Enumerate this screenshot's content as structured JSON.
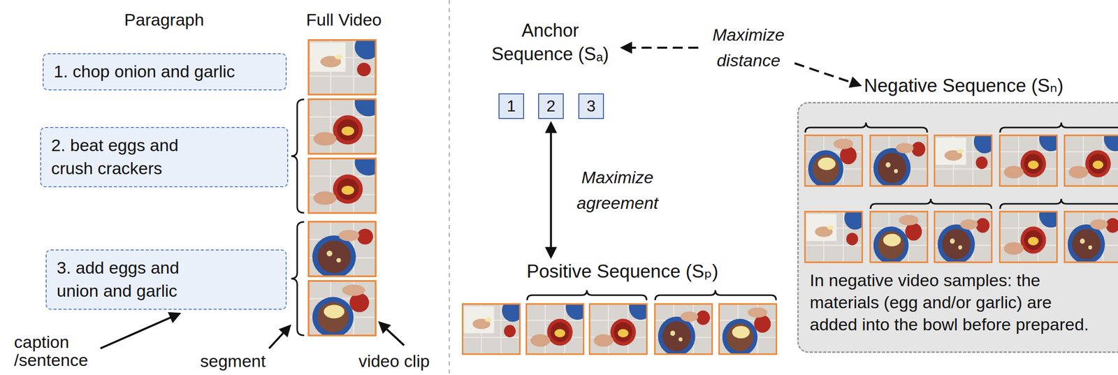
{
  "diagram": {
    "nodes": [
      {
        "text": [
          "1. chop onion and garlic"
        ]
      },
      {
        "text": [
          "2. beat eggs and crush crackers"
        ]
      },
      {
        "text": [
          "3. add eggs and union and garlic"
        ]
      },
      {
        "text": [
          "Anchor Sequence (Sₐ)"
        ]
      },
      {
        "text": [
          "1"
        ]
      },
      {
        "text": [
          "2"
        ]
      },
      {
        "text": [
          "3"
        ]
      },
      {
        "text": [
          "Negative Sequence (Sₙ)",
          "In negative video samples: the materials (egg and/or garlic) are added into the bowl before prepared."
        ]
      },
      {
        "text": [
          "Positive Sequence (Sₚ)"
        ]
      }
    ],
    "edges": [
      {
        "from": 3,
        "to": 7,
        "arrow": "both",
        "label": "Maximize distance"
      },
      {
        "from": 5,
        "to": 8,
        "arrow": "both",
        "label": "Maximize agreement"
      }
    ],
    "labels": [
      "Paragraph",
      "Full Video",
      "caption /sentence",
      "segment",
      "video clip"
    ]
  }
}
